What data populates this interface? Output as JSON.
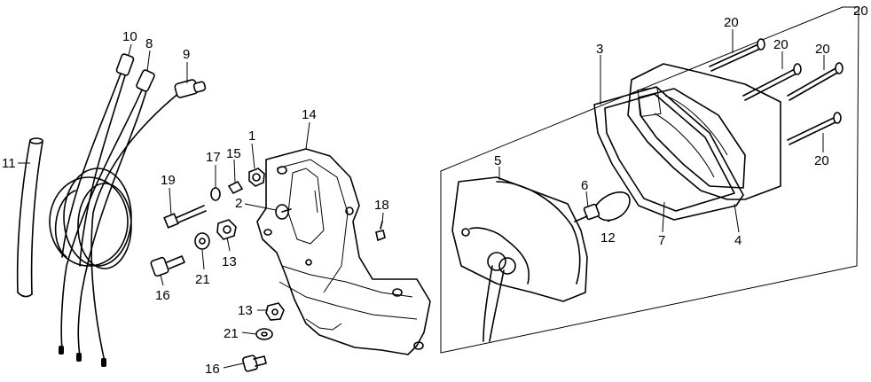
{
  "colors": {
    "line": "#000000",
    "background": "#ffffff"
  },
  "callouts": [
    {
      "id": "c10a",
      "text": "10"
    },
    {
      "id": "c8",
      "text": "8"
    },
    {
      "id": "c9",
      "text": "9"
    },
    {
      "id": "c11",
      "text": "11"
    },
    {
      "id": "c14",
      "text": "14"
    },
    {
      "id": "c1",
      "text": "1"
    },
    {
      "id": "c17",
      "text": "17"
    },
    {
      "id": "c15",
      "text": "15"
    },
    {
      "id": "c19",
      "text": "19"
    },
    {
      "id": "c2",
      "text": "2"
    },
    {
      "id": "c18",
      "text": "18"
    },
    {
      "id": "c13a",
      "text": "13"
    },
    {
      "id": "c16a",
      "text": "16"
    },
    {
      "id": "c21a",
      "text": "21"
    },
    {
      "id": "c13b",
      "text": "13"
    },
    {
      "id": "c21b",
      "text": "21"
    },
    {
      "id": "c16b",
      "text": "16"
    },
    {
      "id": "c3",
      "text": "3"
    },
    {
      "id": "c5",
      "text": "5"
    },
    {
      "id": "c6",
      "text": "6"
    },
    {
      "id": "c12",
      "text": "12"
    },
    {
      "id": "c7",
      "text": "7"
    },
    {
      "id": "c4",
      "text": "4"
    },
    {
      "id": "c20a",
      "text": "20"
    },
    {
      "id": "c20b",
      "text": "20"
    },
    {
      "id": "c20c",
      "text": "20"
    },
    {
      "id": "c20d",
      "text": "20"
    },
    {
      "id": "c20e",
      "text": "20"
    }
  ]
}
